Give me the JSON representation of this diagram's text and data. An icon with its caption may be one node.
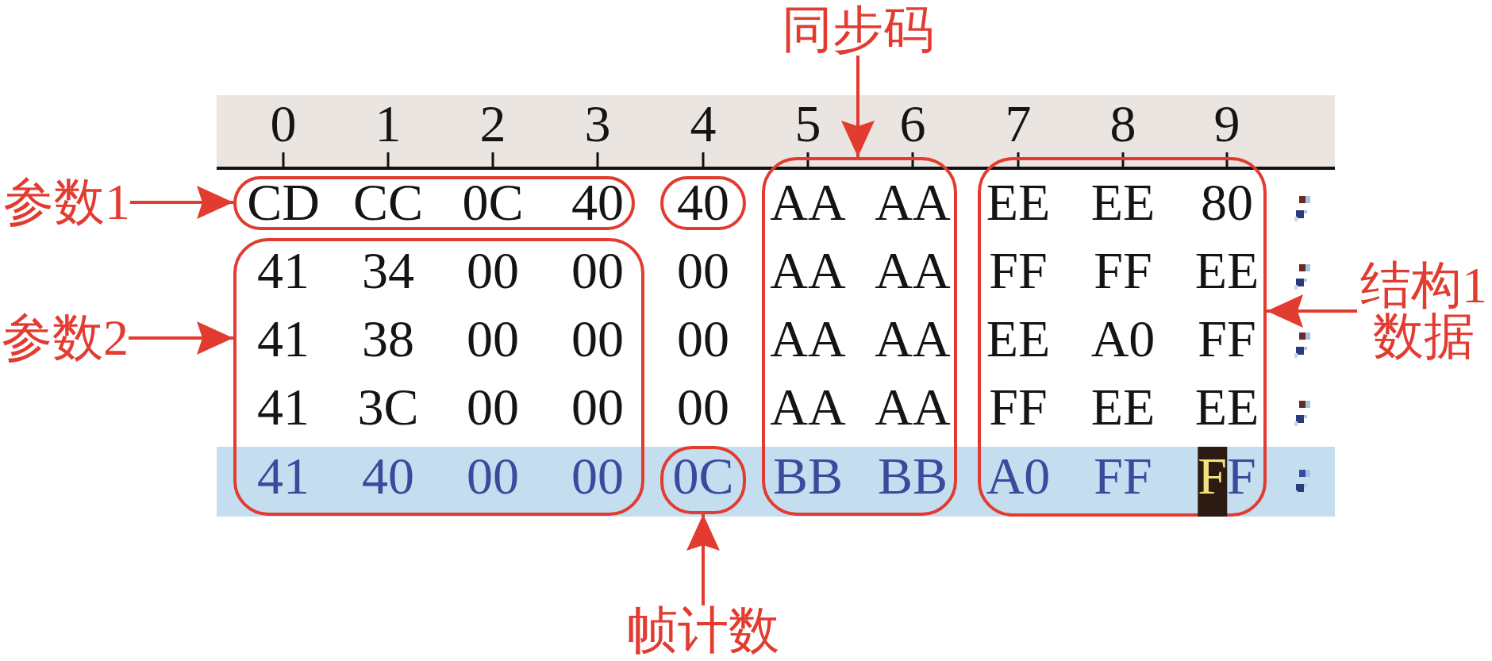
{
  "diagram": {
    "nodes": [
      {
        "text": [
          "同步码"
        ]
      },
      {
        "text": [
          "参数1"
        ]
      },
      {
        "text": [
          "CD",
          "CC",
          "0C",
          "40"
        ]
      },
      {
        "text": [
          "40"
        ]
      },
      {
        "text": [
          "AA",
          "AA",
          "AA",
          "AA",
          "AA",
          "AA",
          "AA",
          "AA",
          "BB",
          "BB"
        ]
      },
      {
        "text": [
          "EE",
          "EE",
          "80",
          "FF",
          "FF",
          "EE",
          "EE",
          "A0",
          "FF",
          "FF",
          "EE",
          "EE",
          "A0",
          "FF",
          "FF"
        ]
      },
      {
        "text": [
          "参数2"
        ]
      },
      {
        "text": [
          "41",
          "34",
          "00",
          "00",
          "41",
          "38",
          "00",
          "00",
          "41",
          "3C",
          "00",
          "00",
          "41",
          "40",
          "00",
          "00"
        ]
      },
      {
        "text": [
          "结构1数据"
        ]
      },
      {
        "text": [
          "0C"
        ]
      },
      {
        "text": [
          "帧计数"
        ]
      }
    ],
    "edges": [
      {
        "from": 0,
        "to": 4,
        "arrow": "to"
      },
      {
        "from": 1,
        "to": 2,
        "arrow": "to"
      },
      {
        "from": 8,
        "to": 5,
        "arrow": "to"
      },
      {
        "from": 6,
        "to": 7,
        "arrow": "to"
      },
      {
        "from": 10,
        "to": 9,
        "arrow": "to"
      }
    ],
    "labels": [
      "0",
      "1",
      "2",
      "3",
      "4",
      "5",
      "6",
      "7",
      "8",
      "9",
      "00",
      "00",
      "00"
    ]
  }
}
